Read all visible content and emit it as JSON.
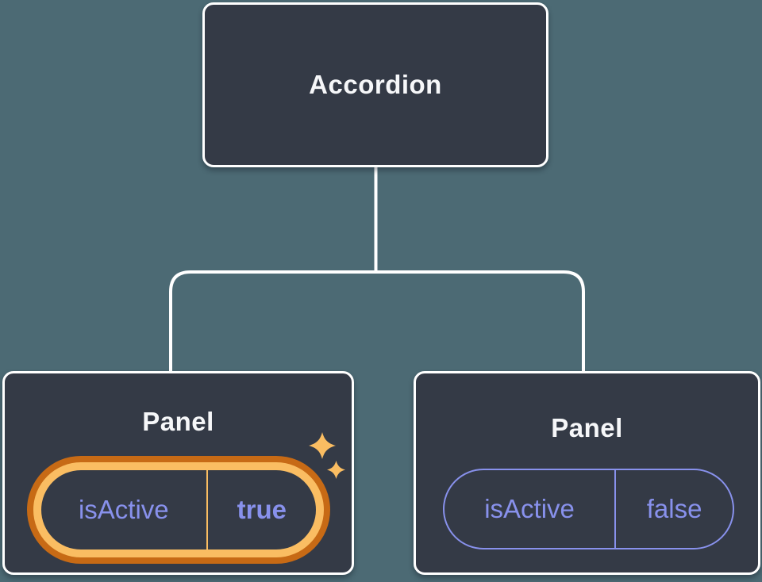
{
  "diagram": {
    "root": {
      "label": "Accordion"
    },
    "left_panel": {
      "label": "Panel",
      "prop_name": "isActive",
      "prop_value": "true",
      "highlighted": true
    },
    "right_panel": {
      "label": "Panel",
      "prop_name": "isActive",
      "prop_value": "false",
      "highlighted": false
    }
  },
  "icons": {
    "sparkle": "four-point-star"
  },
  "colors": {
    "background": "#4C6A74",
    "box_fill": "#343A46",
    "box_border": "#FFFFFF",
    "title_text": "#F6F7F9",
    "prop_purple": "#8891EC",
    "highlight_orange_dark": "#C76A15",
    "highlight_orange_light": "#FABD62",
    "connector_white": "#FFFFFF"
  }
}
